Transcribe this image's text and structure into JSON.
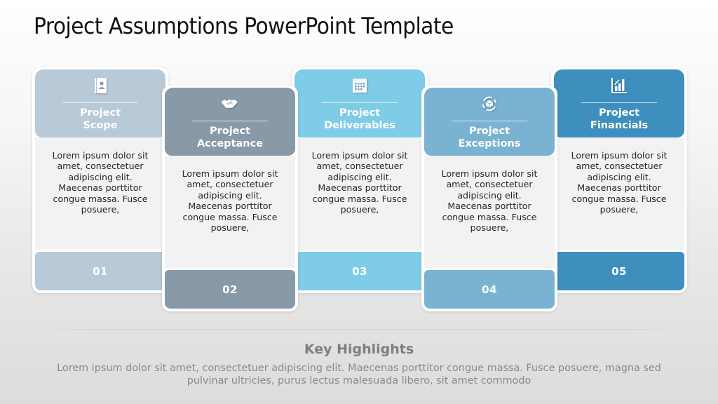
{
  "slide": {
    "title": "Project Assumptions PowerPoint Template"
  },
  "cards": [
    {
      "number": "01",
      "title": "Project Scope",
      "title_line1": "Project",
      "title_line2": "Scope",
      "icon": "contact-book-icon",
      "color": "#b8c9d8",
      "body": "Lorem ipsum dolor sit amet, consectetuer adipiscing elit. Maecenas porttitor congue massa. Fusce posuere,"
    },
    {
      "number": "02",
      "title": "Project Acceptance",
      "title_line1": "Project",
      "title_line2": "Acceptance",
      "icon": "handshake-icon",
      "color": "#8899a8",
      "body": "Lorem ipsum dolor sit amet, consectetuer adipiscing elit. Maecenas porttitor congue massa. Fusce posuere,"
    },
    {
      "number": "03",
      "title": "Project Deliverables",
      "title_line1": "Project",
      "title_line2": "Deliverables",
      "icon": "calendar-icon",
      "color": "#7fcce6",
      "body": "Lorem ipsum dolor sit amet, consectetuer adipiscing elit. Maecenas porttitor congue massa. Fusce posuere,"
    },
    {
      "number": "04",
      "title": "Project Exceptions",
      "title_line1": "Project",
      "title_line2": "Exceptions",
      "icon": "cycle-box-icon",
      "color": "#7ab3d1",
      "body": "Lorem ipsum dolor sit amet, consectetuer adipiscing elit. Maecenas porttitor congue massa. Fusce posuere,"
    },
    {
      "number": "05",
      "title": "Project Financials",
      "title_line1": "Project",
      "title_line2": "Financials",
      "icon": "bar-chart-icon",
      "color": "#3e8fbd",
      "body": "Lorem ipsum dolor sit amet, consectetuer adipiscing elit. Maecenas porttitor congue massa. Fusce posuere,"
    }
  ],
  "key_highlights": {
    "title": "Key Highlights",
    "text": "Lorem ipsum dolor sit amet, consectetuer adipiscing elit. Maecenas porttitor congue massa. Fusce posuere, magna sed pulvinar ultricies, purus lectus malesuada libero, sit amet commodo"
  }
}
